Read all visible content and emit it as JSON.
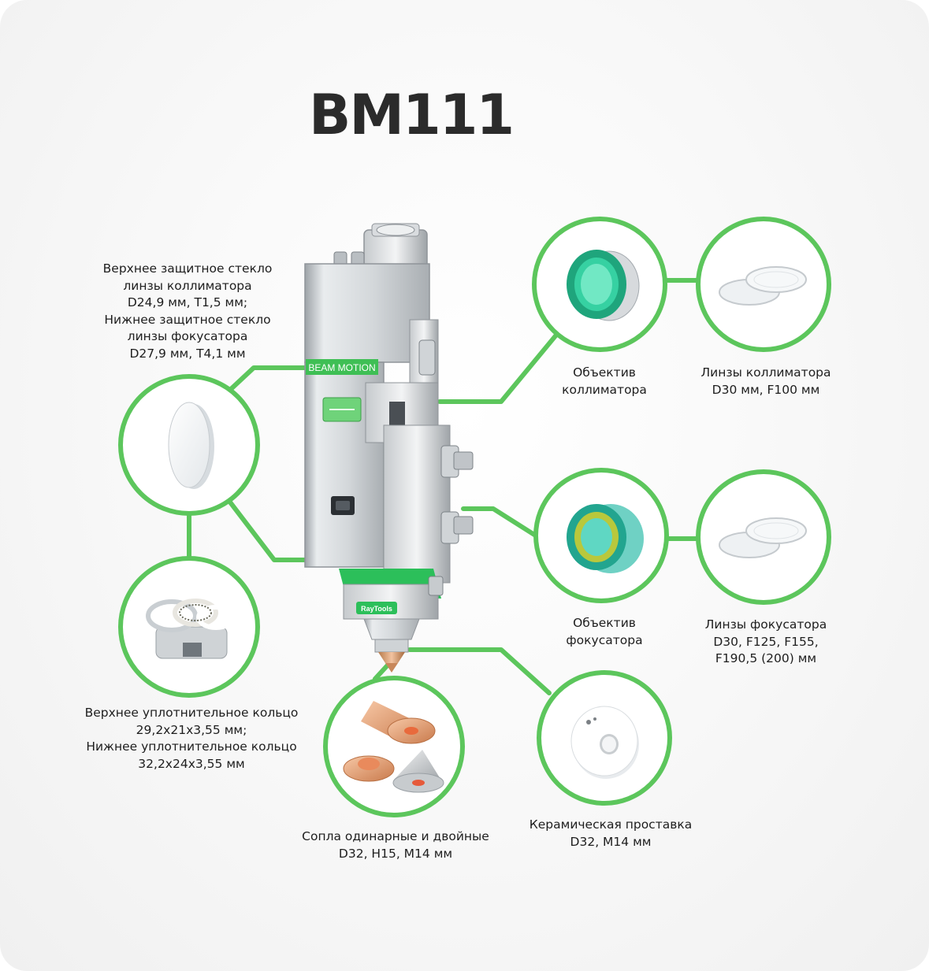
{
  "title": "BM111",
  "colors": {
    "accent": "#5cc65c",
    "text": "#1e1e1e",
    "title": "#2b2b2b",
    "background": "#f4f4f4"
  },
  "head": {
    "brand_label": "BEAM  MOTION",
    "maker_label": "RayTools"
  },
  "parts": {
    "protective_glass": {
      "icon": "protective-glass-icon",
      "lines": [
        "Верхнее защитное стекло",
        "линзы коллиматора",
        "D24,9 мм, T1,5 мм;",
        "Нижнее защитное стекло",
        "линзы фокусатора",
        "D27,9 мм, T4,1 мм"
      ]
    },
    "collimator_lens_unit": {
      "icon": "collimator-lens-unit-icon",
      "lines": [
        "Объектив",
        "коллиматора"
      ]
    },
    "collimator_lenses": {
      "icon": "collimator-lenses-icon",
      "lines": [
        "Линзы коллиматора",
        "D30 мм, F100 мм"
      ]
    },
    "focus_lens_unit": {
      "icon": "focus-lens-unit-icon",
      "lines": [
        "Объектив",
        "фокусатора"
      ]
    },
    "focus_lenses": {
      "icon": "focus-lenses-icon",
      "lines": [
        "Линзы фокусатора",
        "D30, F125, F155,",
        "F190,5 (200) мм"
      ]
    },
    "seal_rings": {
      "icon": "seal-rings-icon",
      "lines": [
        "Верхнее уплотнительное кольцо",
        "29,2x21x3,55 мм;",
        "Нижнее уплотнительное кольцо",
        "32,2x24x3,55 мм"
      ]
    },
    "nozzles": {
      "icon": "nozzles-icon",
      "lines": [
        "Сопла одинарные и двойные",
        "D32, H15, M14 мм"
      ]
    },
    "ceramic_spacer": {
      "icon": "ceramic-spacer-icon",
      "lines": [
        "Керамическая проставка",
        "D32, M14 мм"
      ]
    }
  }
}
